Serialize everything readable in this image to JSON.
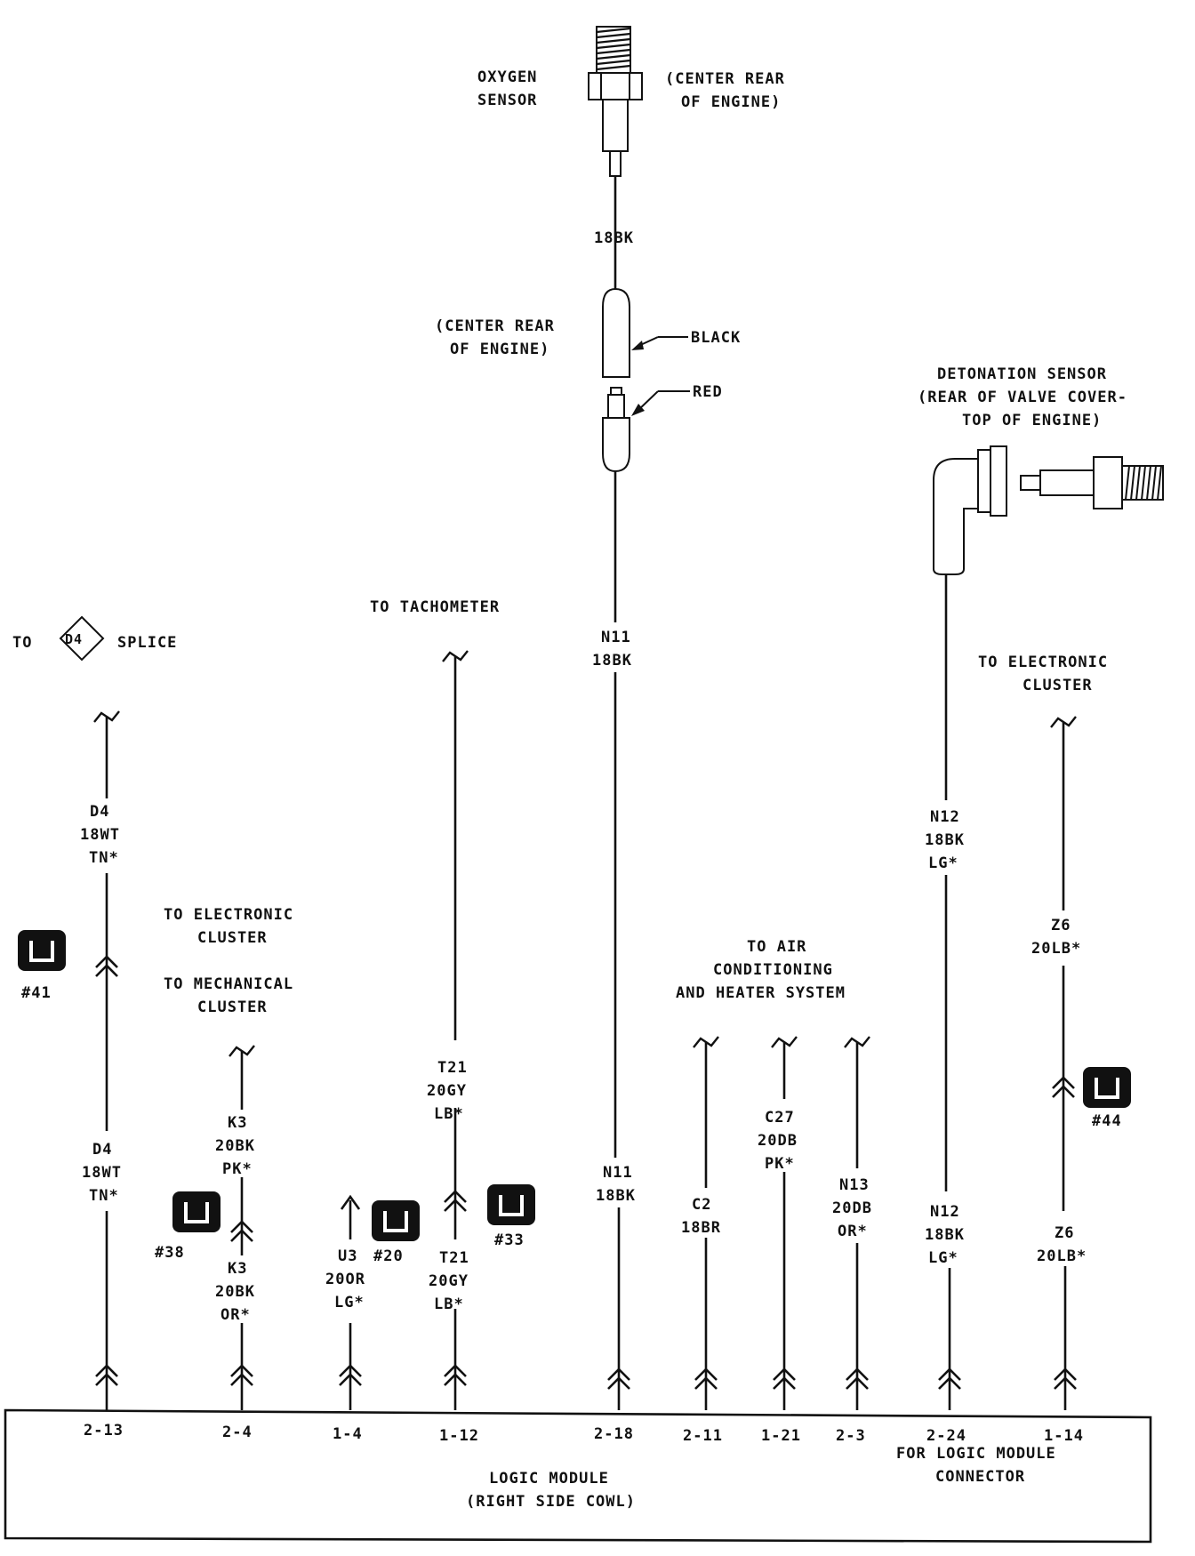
{
  "oxygen_sensor": {
    "label_line1": "OXYGEN",
    "label_line2": "SENSOR",
    "loc_line1": "(CENTER REAR",
    "loc_line2": "OF ENGINE)",
    "wire": "18BK"
  },
  "o2_connector": {
    "loc_line1": "(CENTER REAR",
    "loc_line2": "OF ENGINE)",
    "black_label": "BLACK",
    "red_label": "RED"
  },
  "detonation_sensor": {
    "line1": "DETONATION SENSOR",
    "line2": "(REAR OF VALVE COVER-",
    "line3": "TOP OF ENGINE)"
  },
  "destinations": {
    "splice_to": "TO",
    "splice_id": "D4",
    "splice_word": "SPLICE",
    "tachometer": "TO TACHOMETER",
    "elec_cluster_right_1": "TO ELECTRONIC",
    "elec_cluster_right_2": "CLUSTER",
    "elec_cluster_left_1": "TO ELECTRONIC",
    "elec_cluster_left_2": "CLUSTER",
    "mech_cluster_1": "TO MECHANICAL",
    "mech_cluster_2": "CLUSTER",
    "ac_1": "TO AIR",
    "ac_2": "CONDITIONING",
    "ac_3": "AND HEATER SYSTEM"
  },
  "wire_labels": {
    "d4_upper": [
      "D4",
      "18WT",
      "TN*"
    ],
    "d4_lower": [
      "D4",
      "18WT",
      "TN*"
    ],
    "k3_upper": [
      "K3",
      "20BK",
      "PK*"
    ],
    "k3_lower": [
      "K3",
      "20BK",
      "OR*"
    ],
    "u3": [
      "U3",
      "20OR",
      "LG*"
    ],
    "t21_upper": [
      "T21",
      "20GY",
      "LB*"
    ],
    "t21_lower": [
      "T21",
      "20GY",
      "LB*"
    ],
    "n11_upper": [
      "N11",
      "18BK"
    ],
    "n11_lower": [
      "N11",
      "18BK"
    ],
    "c2": [
      "C2",
      "18BR"
    ],
    "c27": [
      "C27",
      "20DB",
      "PK*"
    ],
    "n13": [
      "N13",
      "20DB",
      "OR*"
    ],
    "n12_upper": [
      "N12",
      "18BK",
      "LG*"
    ],
    "n12_lower": [
      "N12",
      "18BK",
      "LG*"
    ],
    "z6_upper": [
      "Z6",
      "20LB*"
    ],
    "z6_lower": [
      "Z6",
      "20LB*"
    ]
  },
  "connector_refs": {
    "c41": "#41",
    "c38": "#38",
    "c20": "#20",
    "c33": "#33",
    "c44": "#44"
  },
  "pins": [
    "2-13",
    "2-4",
    "1-4",
    "1-12",
    "2-18",
    "2-11",
    "1-21",
    "2-3",
    "2-24",
    "1-14"
  ],
  "logic_module": {
    "line1": "LOGIC MODULE",
    "line2": "(RIGHT SIDE COWL)",
    "connector_line1": "FOR LOGIC MODULE",
    "connector_line2": "CONNECTOR"
  }
}
